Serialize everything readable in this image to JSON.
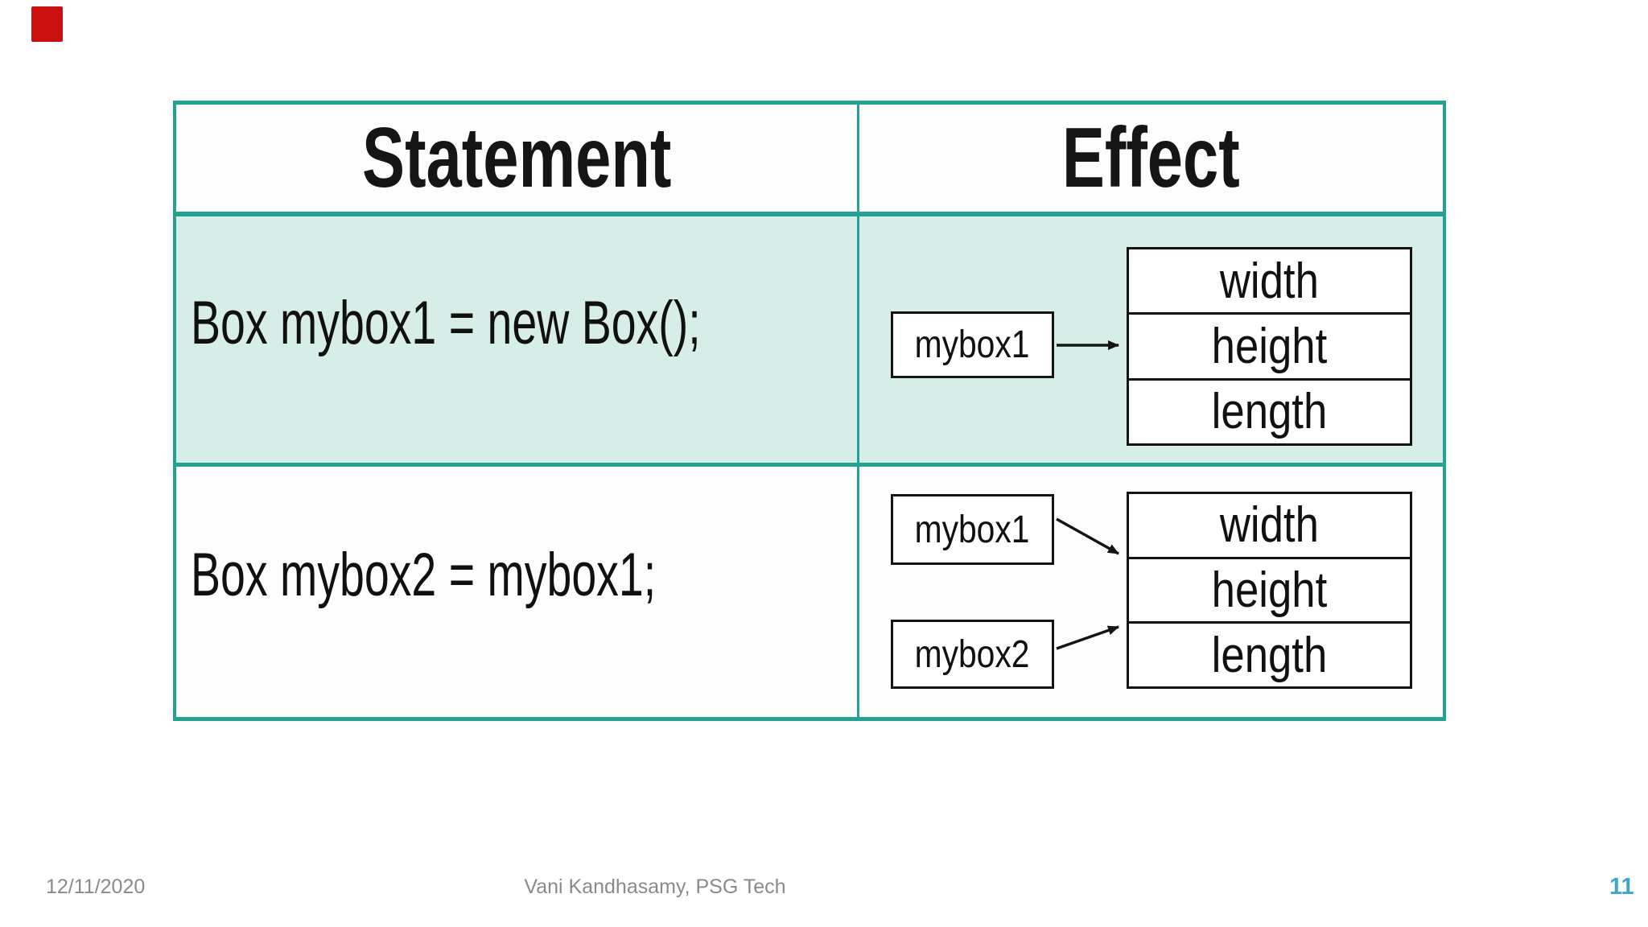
{
  "slide": {
    "accent_color": "#cb1010",
    "table": {
      "border_color": "#23a294",
      "row1_background": "#d6ede8",
      "header": {
        "statement": "Statement",
        "effect": "Effect"
      },
      "rows": [
        {
          "statement": "Box mybox1 = new Box();",
          "effect": {
            "variables": [
              "mybox1"
            ],
            "fields": [
              "width",
              "height",
              "length"
            ]
          }
        },
        {
          "statement": "Box mybox2 = mybox1;",
          "effect": {
            "variables": [
              "mybox1",
              "mybox2"
            ],
            "fields": [
              "width",
              "height",
              "length"
            ]
          }
        }
      ]
    },
    "footer": {
      "date": "12/11/2020",
      "author": "Vani Kandhasamy, PSG Tech",
      "page_number": "11",
      "page_number_color": "#3fa6cc"
    }
  }
}
